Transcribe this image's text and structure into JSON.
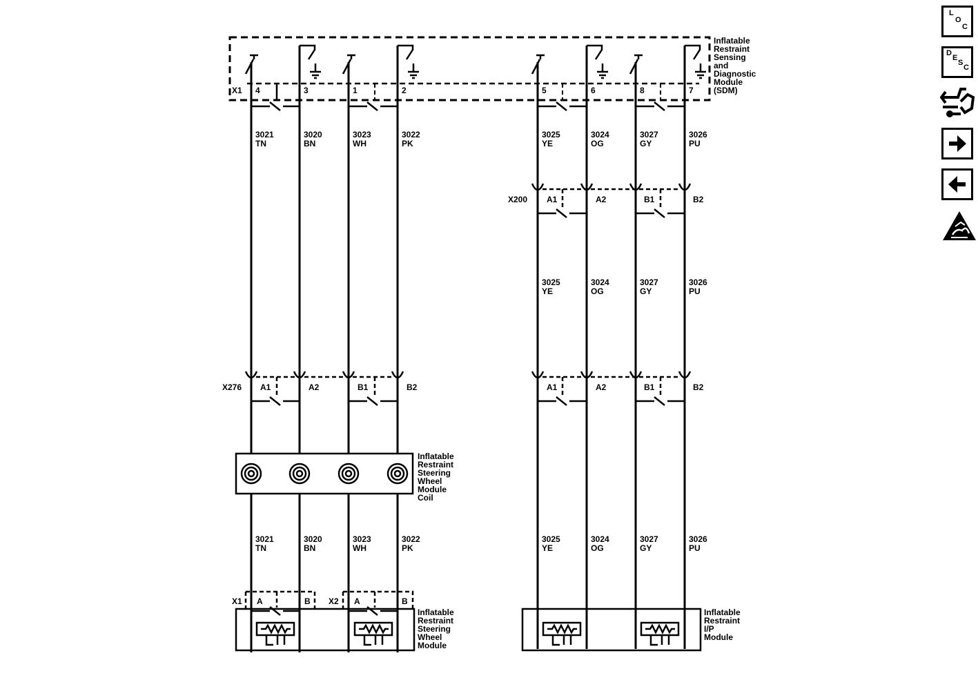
{
  "sdm": {
    "label": [
      "Inflatable",
      "Restraint",
      "Sensing",
      "and",
      "Diagnostic",
      "Module",
      "(SDM)"
    ],
    "connector": "X1",
    "pins": [
      "4",
      "3",
      "1",
      "2",
      "5",
      "6",
      "8",
      "7"
    ]
  },
  "wires": [
    {
      "circuit": "3021",
      "color": "TN"
    },
    {
      "circuit": "3020",
      "color": "BN"
    },
    {
      "circuit": "3023",
      "color": "WH"
    },
    {
      "circuit": "3022",
      "color": "PK"
    },
    {
      "circuit": "3025",
      "color": "YE"
    },
    {
      "circuit": "3024",
      "color": "OG"
    },
    {
      "circuit": "3027",
      "color": "GY"
    },
    {
      "circuit": "3026",
      "color": "PU"
    }
  ],
  "x200": {
    "name": "X200",
    "pins": [
      "A1",
      "A2",
      "B1",
      "B2"
    ]
  },
  "x276": {
    "name": "X276",
    "pins": [
      "A1",
      "A2",
      "B1",
      "B2"
    ]
  },
  "x_right_lower": {
    "pins": [
      "A1",
      "A2",
      "B1",
      "B2"
    ]
  },
  "coil": {
    "label": [
      "Inflatable",
      "Restraint",
      "Steering",
      "Wheel",
      "Module",
      "Coil"
    ]
  },
  "swm": {
    "label": [
      "Inflatable",
      "Restraint",
      "Steering",
      "Wheel",
      "Module"
    ],
    "x1": {
      "name": "X1",
      "pins": [
        "A",
        "B"
      ]
    },
    "x2": {
      "name": "X2",
      "pins": [
        "A",
        "B"
      ]
    }
  },
  "ipm": {
    "label": [
      "Inflatable",
      "Restraint",
      "I/P",
      "Module"
    ]
  },
  "nav": {
    "loc": {
      "l1": "L",
      "l2": "O",
      "l3": "C"
    },
    "desc": {
      "l1": "D",
      "l2": "E",
      "l3": "S",
      "l4": "C"
    }
  }
}
